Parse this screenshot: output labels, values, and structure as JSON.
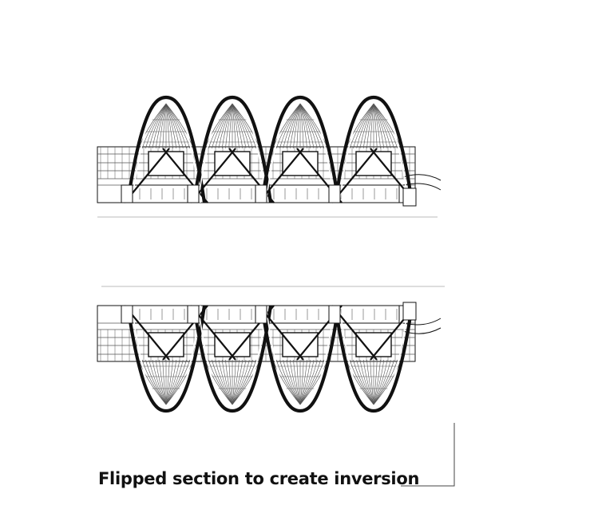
{
  "caption": {
    "text": "Flipped section to create inversion"
  },
  "drawing": {
    "description_label": "",
    "upper_section": {
      "orientation": "upright",
      "arch_count": 4
    },
    "lower_section": {
      "orientation": "flipped",
      "arch_count": 4
    },
    "colors": {
      "ink": "#111111",
      "line_light": "#555555",
      "fill": "#ffffff"
    }
  }
}
